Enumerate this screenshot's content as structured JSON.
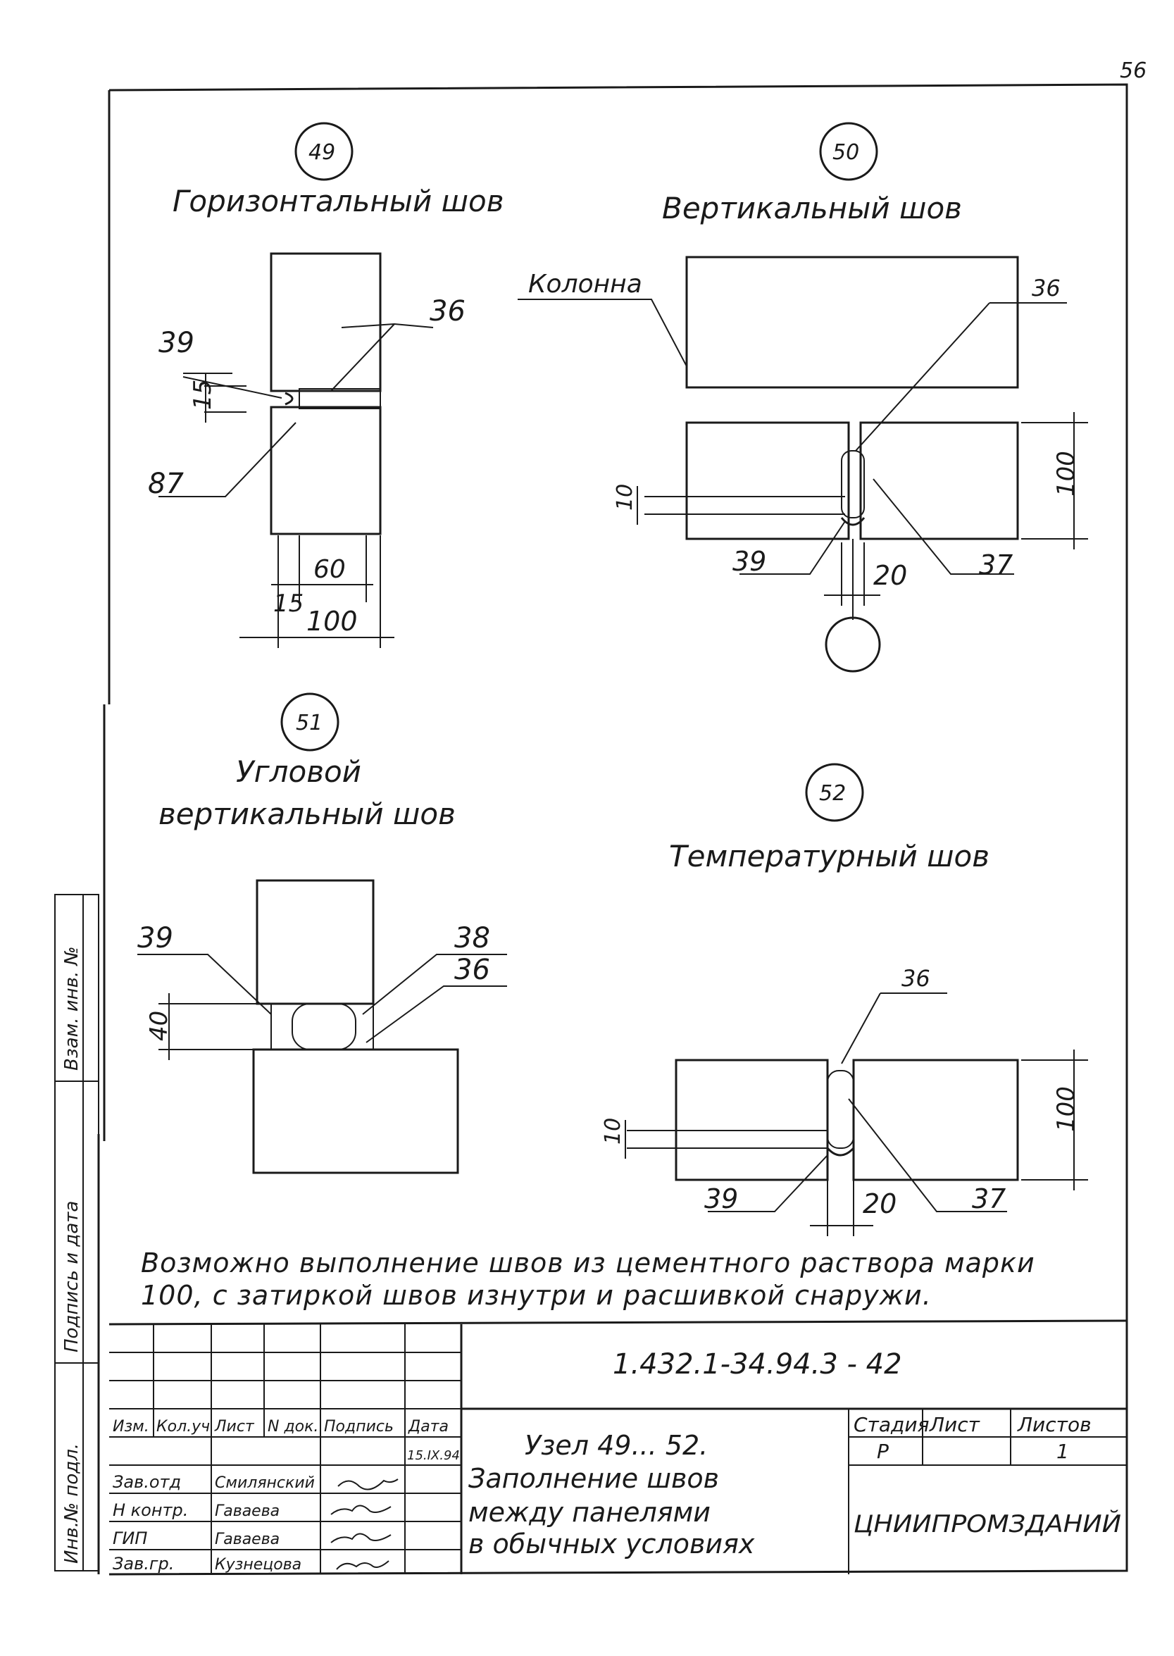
{
  "sheet": {
    "page_number": "56",
    "note": "Возможно выполнение швов из цементного раствора марки 100, с затиркой швов изнутри и расшивкой снаружи."
  },
  "details": [
    {
      "num": "49",
      "title": "Горизонтальный шов",
      "labels": [
        "39",
        "36",
        "87",
        "15"
      ],
      "dims": [
        "15",
        "60",
        "100"
      ]
    },
    {
      "num": "50",
      "title": "Вертикальный шов",
      "labels": [
        "Колонна",
        "36",
        "39",
        "37"
      ],
      "dims": [
        "10",
        "20",
        "100"
      ]
    },
    {
      "num": "51",
      "title_line1": "Угловой",
      "title_line2": "вертикальный шов",
      "labels": [
        "39",
        "38",
        "36"
      ],
      "dims": [
        "40"
      ]
    },
    {
      "num": "52",
      "title": "Температурный шов",
      "labels": [
        "36",
        "39",
        "37"
      ],
      "dims": [
        "10",
        "20",
        "100"
      ]
    }
  ],
  "margin_stamp": {
    "inv_podl": "Инв.№ подл.",
    "podp_data": "Подпись и дата",
    "vzam_inv": "Взам. инв. №"
  },
  "title_block": {
    "doc_code": "1.432.1-34.94.3 - 42",
    "headers": [
      "Изм.",
      "Кол.уч",
      "Лист",
      "N док.",
      "Подпись",
      "Дата"
    ],
    "date": "15.IX.94",
    "staff": [
      {
        "role": "Зав.отд",
        "name": "Смилянский"
      },
      {
        "role": "Н контр.",
        "name": "Гаваева"
      },
      {
        "role": "ГИП",
        "name": "Гаваева"
      },
      {
        "role": "Зав.гр.",
        "name": "Кузнецова"
      }
    ],
    "drawing_title": [
      "Узел 49... 52.",
      "Заполнение швов",
      "между панелями",
      "в обычных условиях"
    ],
    "stage_label": "Стадия",
    "sheet_label": "Лист",
    "sheets_label": "Листов",
    "stage": "Р",
    "sheet": "",
    "sheets": "1",
    "organization": "ЦНИИПРОМЗДАНИЙ"
  },
  "colors": {
    "ink": "#1a1a1a",
    "paper": "#ffffff"
  }
}
